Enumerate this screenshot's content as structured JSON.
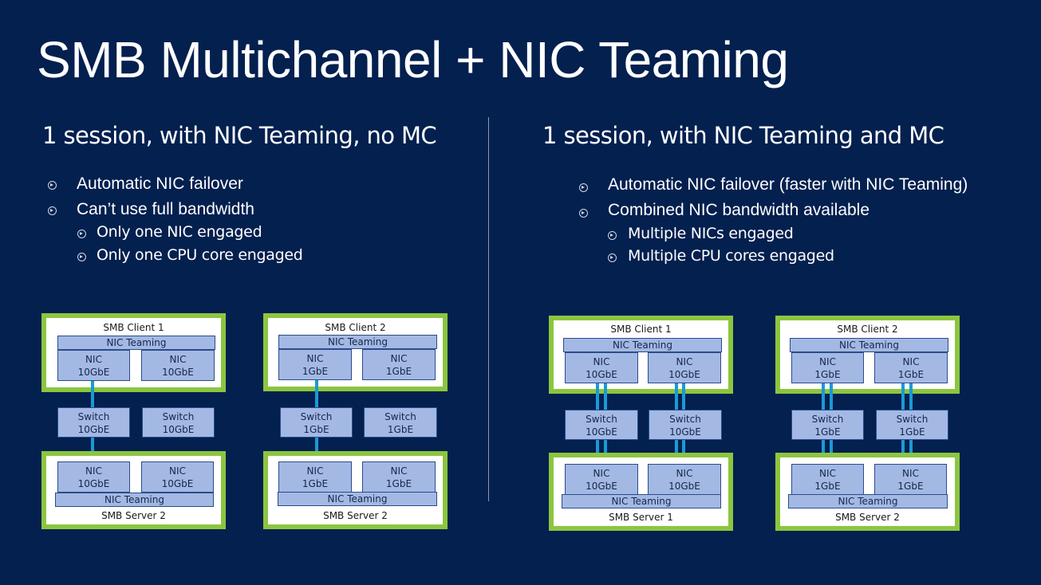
{
  "slide": {
    "title": "SMB Multichannel + NIC Teaming",
    "left": {
      "heading": "1 session, with NIC Teaming, no MC",
      "bullets": [
        {
          "text": "Automatic NIC failover",
          "sub": []
        },
        {
          "text": "Can’t use full bandwidth",
          "sub": [
            "Only one NIC engaged",
            "Only one CPU core engaged"
          ]
        }
      ]
    },
    "right": {
      "heading": "1 session, with NIC Teaming and MC",
      "bullets": [
        {
          "text": "Automatic NIC failover (faster with NIC Teaming)",
          "sub": []
        },
        {
          "text": "Combined NIC bandwidth available",
          "sub": [
            "Multiple NICs engaged",
            "Multiple CPU cores engaged"
          ]
        }
      ]
    }
  },
  "diagrams": [
    {
      "client": "SMB Client 1",
      "server": "SMB Server 2",
      "team_label": "NIC Teaming",
      "client_nics": [
        {
          "l1": "NIC",
          "l2": "10GbE"
        },
        {
          "l1": "NIC",
          "l2": "10GbE"
        }
      ],
      "switches": [
        {
          "l1": "Switch",
          "l2": "10GbE"
        },
        {
          "l1": "Switch",
          "l2": "10GbE"
        }
      ],
      "server_nics": [
        {
          "l1": "NIC",
          "l2": "10GbE"
        },
        {
          "l1": "NIC",
          "l2": "10GbE"
        }
      ]
    },
    {
      "client": "SMB Client 2",
      "server": "SMB Server 2",
      "team_label": "NIC Teaming",
      "client_nics": [
        {
          "l1": "NIC",
          "l2": "1GbE"
        },
        {
          "l1": "NIC",
          "l2": "1GbE"
        }
      ],
      "switches": [
        {
          "l1": "Switch",
          "l2": "1GbE"
        },
        {
          "l1": "Switch",
          "l2": "1GbE"
        }
      ],
      "server_nics": [
        {
          "l1": "NIC",
          "l2": "1GbE"
        },
        {
          "l1": "NIC",
          "l2": "1GbE"
        }
      ]
    },
    {
      "client": "SMB Client 1",
      "server": "SMB Server 1",
      "team_label": "NIC Teaming",
      "client_nics": [
        {
          "l1": "NIC",
          "l2": "10GbE"
        },
        {
          "l1": "NIC",
          "l2": "10GbE"
        }
      ],
      "switches": [
        {
          "l1": "Switch",
          "l2": "10GbE"
        },
        {
          "l1": "Switch",
          "l2": "10GbE"
        }
      ],
      "server_nics": [
        {
          "l1": "NIC",
          "l2": "10GbE"
        },
        {
          "l1": "NIC",
          "l2": "10GbE"
        }
      ]
    },
    {
      "client": "SMB Client 2",
      "server": "SMB Server 2",
      "team_label": "NIC Teaming",
      "client_nics": [
        {
          "l1": "NIC",
          "l2": "1GbE"
        },
        {
          "l1": "NIC",
          "l2": "1GbE"
        }
      ],
      "switches": [
        {
          "l1": "Switch",
          "l2": "1GbE"
        },
        {
          "l1": "Switch",
          "l2": "1GbE"
        }
      ],
      "server_nics": [
        {
          "l1": "NIC",
          "l2": "1GbE"
        },
        {
          "l1": "NIC",
          "l2": "1GbE"
        }
      ]
    }
  ]
}
